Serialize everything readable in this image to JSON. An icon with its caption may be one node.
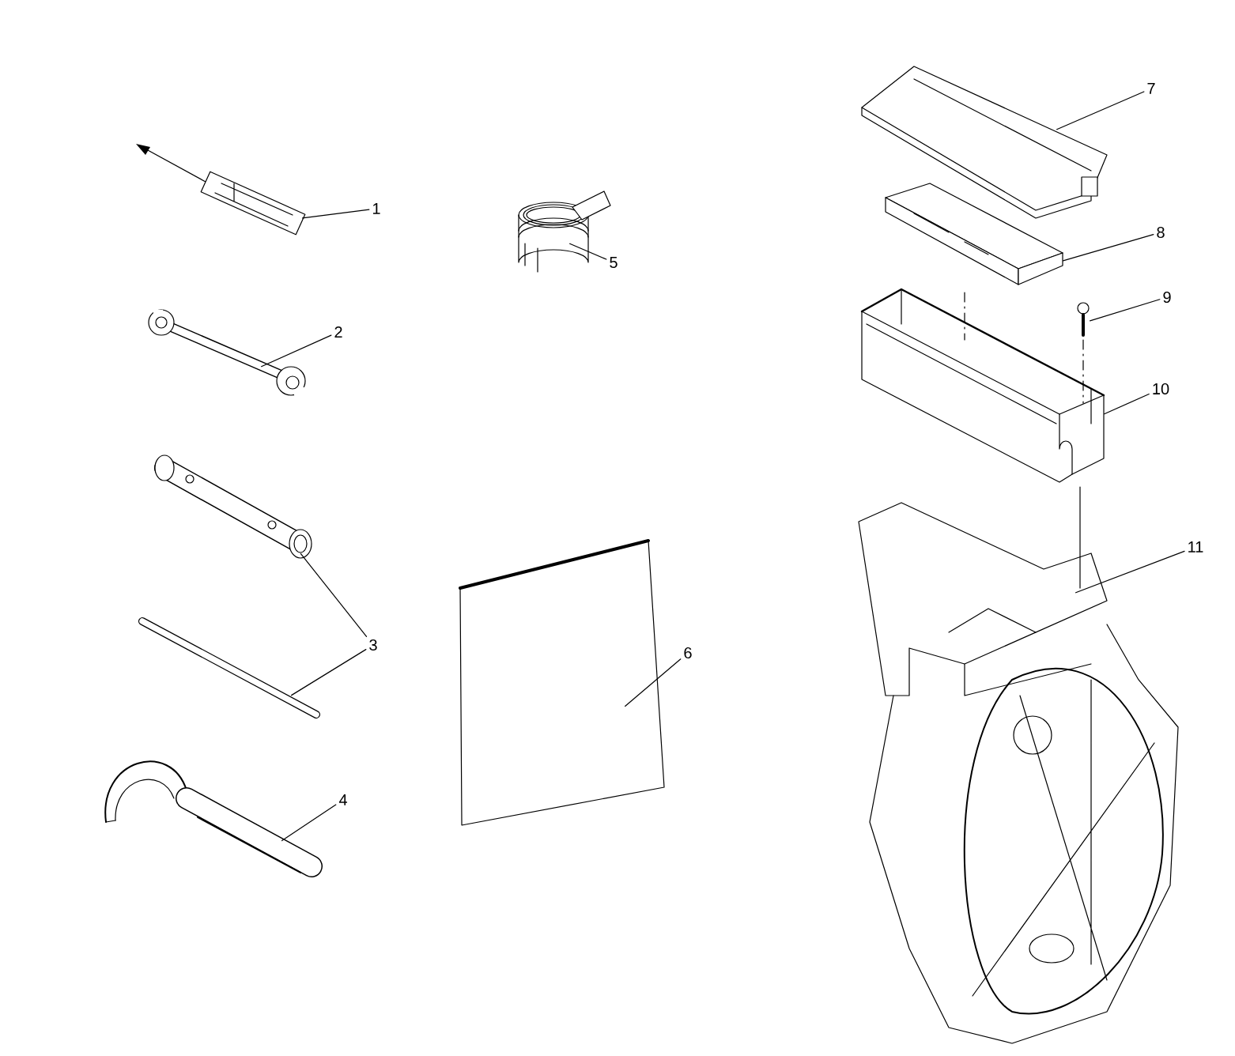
{
  "diagram": {
    "nodes": [
      {
        "text": [
          "1"
        ]
      },
      {
        "text": [
          "2"
        ]
      },
      {
        "text": [
          "3"
        ]
      },
      {
        "text": [
          "4"
        ]
      },
      {
        "text": [
          "5"
        ]
      },
      {
        "text": [
          "6"
        ]
      },
      {
        "text": [
          "7"
        ]
      },
      {
        "text": [
          "8"
        ]
      },
      {
        "text": [
          "9"
        ]
      },
      {
        "text": [
          "10"
        ]
      },
      {
        "text": [
          "11"
        ]
      },
      {
        "text": [],
        "shape": "picture"
      },
      {
        "text": [],
        "shape": "picture"
      },
      {
        "text": [],
        "shape": "picture"
      },
      {
        "text": [],
        "shape": "picture"
      },
      {
        "text": [],
        "shape": "picture"
      },
      {
        "text": [],
        "shape": "picture"
      },
      {
        "text": [],
        "shape": "picture"
      },
      {
        "text": [],
        "shape": "picture"
      },
      {
        "text": [],
        "shape": "picture"
      },
      {
        "text": [],
        "shape": "picture"
      },
      {
        "text": [],
        "shape": "picture"
      },
      {
        "text": [],
        "shape": "picture"
      }
    ],
    "edges": [
      {
        "from": 0,
        "to": 11,
        "arrow": "none"
      },
      {
        "from": 1,
        "to": 12,
        "arrow": "none"
      },
      {
        "from": 2,
        "to": 13,
        "arrow": "none"
      },
      {
        "from": 2,
        "to": 14,
        "arrow": "none"
      },
      {
        "from": 3,
        "to": 15,
        "arrow": "none"
      },
      {
        "from": 4,
        "to": 16,
        "arrow": "none"
      },
      {
        "from": 5,
        "to": 17,
        "arrow": "none"
      },
      {
        "from": 6,
        "to": 18,
        "arrow": "none"
      },
      {
        "from": 7,
        "to": 19,
        "arrow": "none"
      },
      {
        "from": 8,
        "to": 20,
        "arrow": "none"
      },
      {
        "from": 9,
        "to": 21,
        "arrow": "none"
      },
      {
        "from": 10,
        "to": 22,
        "arrow": "none"
      },
      {
        "from": 19,
        "to": 21,
        "arrow": "none",
        "style": "dashed"
      },
      {
        "from": 20,
        "to": 21,
        "arrow": "none",
        "style": "dashed"
      },
      {
        "from": 21,
        "to": 22,
        "arrow": "none"
      }
    ]
  }
}
